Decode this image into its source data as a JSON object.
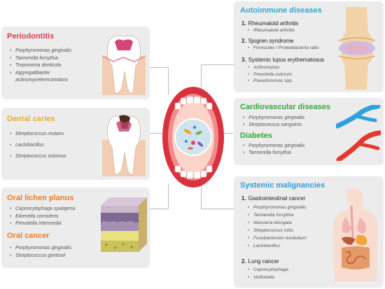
{
  "colors": {
    "periodontitis": "#d43f4e",
    "dental_caries": "#e8b127",
    "oral_orange": "#ef7c21",
    "autoimmune": "#35a7d6",
    "cardiovascular": "#35a83d",
    "systemic": "#2e9fd3",
    "panel_bg": "#ececec"
  },
  "periodontitis": {
    "title": "Periodontitis",
    "items": [
      "Porphyromonas gingivalis",
      "Tannerella forsythia",
      "Treponema denticola",
      "Aggregatibacter",
      "actinomycetemcomitans"
    ]
  },
  "dental_caries": {
    "title": "Dental caries",
    "items": [
      "Streptococcus mutans",
      "Lactobacillus",
      "Streptococcus sobrinus"
    ]
  },
  "oral_lichen_planus": {
    "title": "Oral lichen planus",
    "items": [
      "Capnocytophaga sputigena",
      "Eikenella corrodens",
      "Prevotella intermedia"
    ]
  },
  "oral_cancer": {
    "title": "Oral cancer",
    "items": [
      "Porphyromonas gingivalis",
      "Streptococcus gordonii"
    ]
  },
  "autoimmune": {
    "title": "Autoimmune diseases",
    "sections": [
      {
        "num": "1.",
        "name": "Rheumatoid arthritis",
        "items": [
          "Rheumatoid arthritis"
        ]
      },
      {
        "num": "2.",
        "name": "Sjogren syndrome",
        "items": [
          "Firmicutes / Proteobacteria ratio"
        ]
      },
      {
        "num": "3.",
        "name": "Systemic lupus erythematosus",
        "items": [
          "Actinomyces",
          "Prevotella oulorum",
          "Pseudomonas spp."
        ]
      }
    ]
  },
  "cardiovascular": {
    "title": "Cardiovascular diseases",
    "items": [
      "Porphyromonas gingivalis",
      "Streptococcus sanguinis"
    ]
  },
  "diabetes": {
    "title": "Diabetes",
    "items": [
      "Porphyromonas gingivalis",
      "Tannerella forsythia"
    ]
  },
  "systemic": {
    "title": "Systemic malignancies",
    "sections": [
      {
        "num": "1.",
        "name": "Gastrointestinal cancer",
        "items": [
          "Porphyromonas gingivalis",
          "Tannerella forsythia",
          "Neisseria elongata",
          "Streptococcus mitis",
          "Fusobacterium nucleatum",
          "Lactobacillus"
        ]
      },
      {
        "num": "2.",
        "name": "Lung cancer",
        "items": [
          "Capnocytophaga",
          "Veillonella"
        ]
      }
    ]
  }
}
